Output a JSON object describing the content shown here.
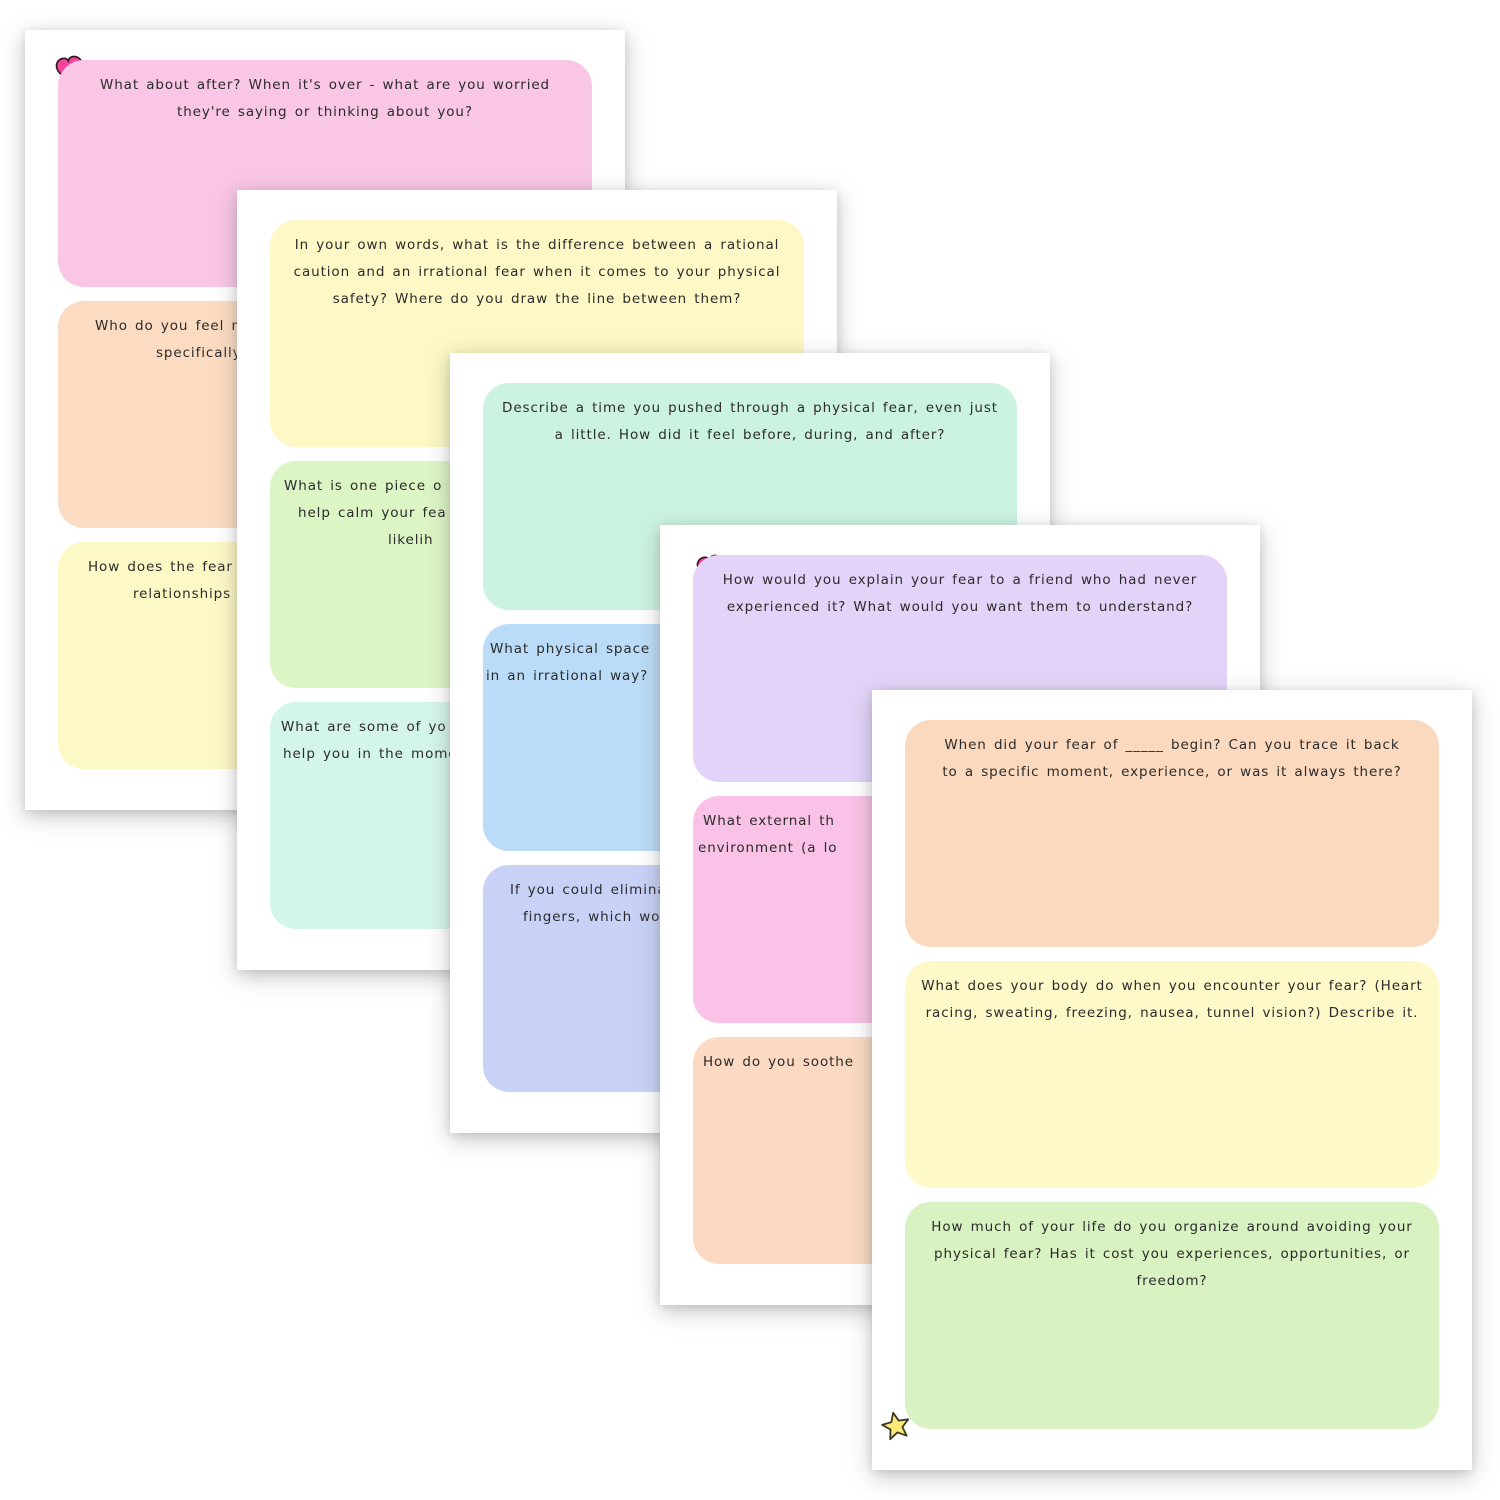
{
  "document": {
    "description": "Stack of five pastel fear-journaling worksheet pages with rounded prompt boxes"
  },
  "icons": {
    "heart": {
      "fill": "#f2449d",
      "stroke": "#33131f"
    },
    "star": {
      "fill": "#fbe97a",
      "stroke": "#3b3a20"
    }
  },
  "pages": [
    {
      "name": "worksheet-page-1",
      "boxes": [
        {
          "bg": "#f9c6e6",
          "lines": [
            "What about after? When it's over - what are you worried",
            "they're saying or thinking about you?"
          ]
        },
        {
          "bg": "#fbdcc2",
          "lines": [
            "Who do you feel m",
            "specifically"
          ]
        },
        {
          "bg": "#fdf9c6",
          "lines": [
            "How does the fear",
            "relationships"
          ]
        }
      ]
    },
    {
      "name": "worksheet-page-2",
      "boxes": [
        {
          "bg": "#fdf8c5",
          "lines": [
            "In your own words, what is the difference between a rational",
            "caution and an irrational fear when it comes to your physical",
            "safety? Where do you draw the line between them?"
          ]
        },
        {
          "bg": "#dcf5c5",
          "lines": [
            "What is one piece o",
            "help calm your fea",
            "likelih"
          ]
        },
        {
          "bg": "#d4f6e8",
          "lines": [
            "What are some of yo",
            "help you in the mome"
          ]
        }
      ]
    },
    {
      "name": "worksheet-page-3",
      "boxes": [
        {
          "bg": "#ccf3e2",
          "lines": [
            "Describe a time you pushed through a physical fear, even just",
            "a little. How did it feel before, during, and after?"
          ]
        },
        {
          "bg": "#bbdcf8",
          "lines": [
            "What physical space",
            "in an irrational way?"
          ]
        },
        {
          "bg": "#c8d2f7",
          "lines": [
            "If you could eliminat",
            "fingers, which wo"
          ]
        }
      ]
    },
    {
      "name": "worksheet-page-4",
      "boxes": [
        {
          "bg": "#e3d3f9",
          "lines": [
            "How would you explain your fear to a friend who had never",
            "experienced it? What would you want them to understand?"
          ]
        },
        {
          "bg": "#fac2e6",
          "lines": [
            "What external th",
            "environment (a lo"
          ]
        },
        {
          "bg": "#fbd9c2",
          "lines": [
            "How do you soothe"
          ]
        }
      ]
    },
    {
      "name": "worksheet-page-5",
      "boxes": [
        {
          "bg": "#fbd9be",
          "lines": [
            "When did your fear of _____ begin? Can you trace it back",
            "to a specific moment, experience, or was it always there?"
          ]
        },
        {
          "bg": "#fdf9c8",
          "lines": [
            "What does your body do when you encounter your fear? (Heart",
            "racing, sweating, freezing, nausea, tunnel vision?) Describe it."
          ]
        },
        {
          "bg": "#d9f2c2",
          "lines": [
            "How much of your life do you organize around avoiding your",
            "physical fear? Has it cost you experiences, opportunities, or",
            "freedom?"
          ]
        }
      ]
    }
  ]
}
